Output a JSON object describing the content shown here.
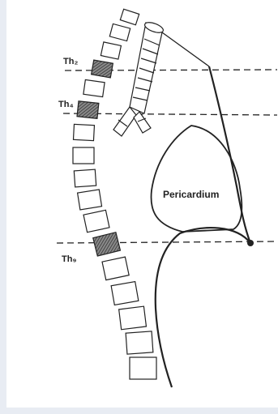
{
  "labels": {
    "th2": "Th₂",
    "th4": "Th₄",
    "th9": "Th₉",
    "pericardium": "Pericardium"
  },
  "colors": {
    "background": "#e8ecf3",
    "panel": "#ffffff",
    "ink": "#222222",
    "hatched_vertebra": "#555555"
  },
  "icons": [
    "vertebra",
    "trachea",
    "pericardium-outline",
    "reference-dashed-line"
  ]
}
